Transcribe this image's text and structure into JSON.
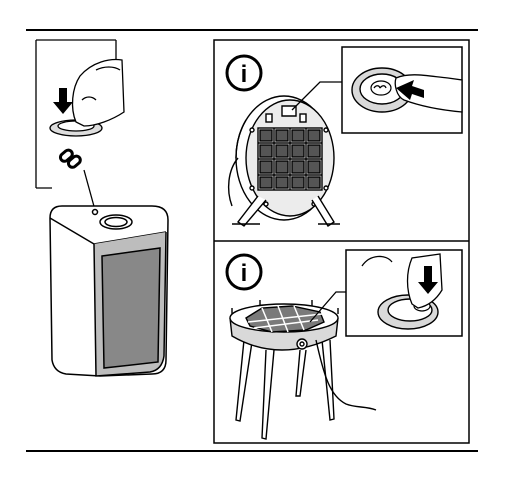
{
  "panels": {
    "top_right": {
      "info_symbol": "i"
    },
    "bottom_right": {
      "info_symbol": "i"
    }
  },
  "icons": [
    "press-arrow-icon",
    "link-icon",
    "info-icon",
    "finger-press-icon",
    "filter-grid",
    "speaker-device",
    "air-purifier-table"
  ],
  "colors": {
    "stroke": "#000000",
    "fill_light": "#ffffff",
    "fill_gray": "#d9d9d9",
    "fill_dark": "#7a7a7a"
  }
}
